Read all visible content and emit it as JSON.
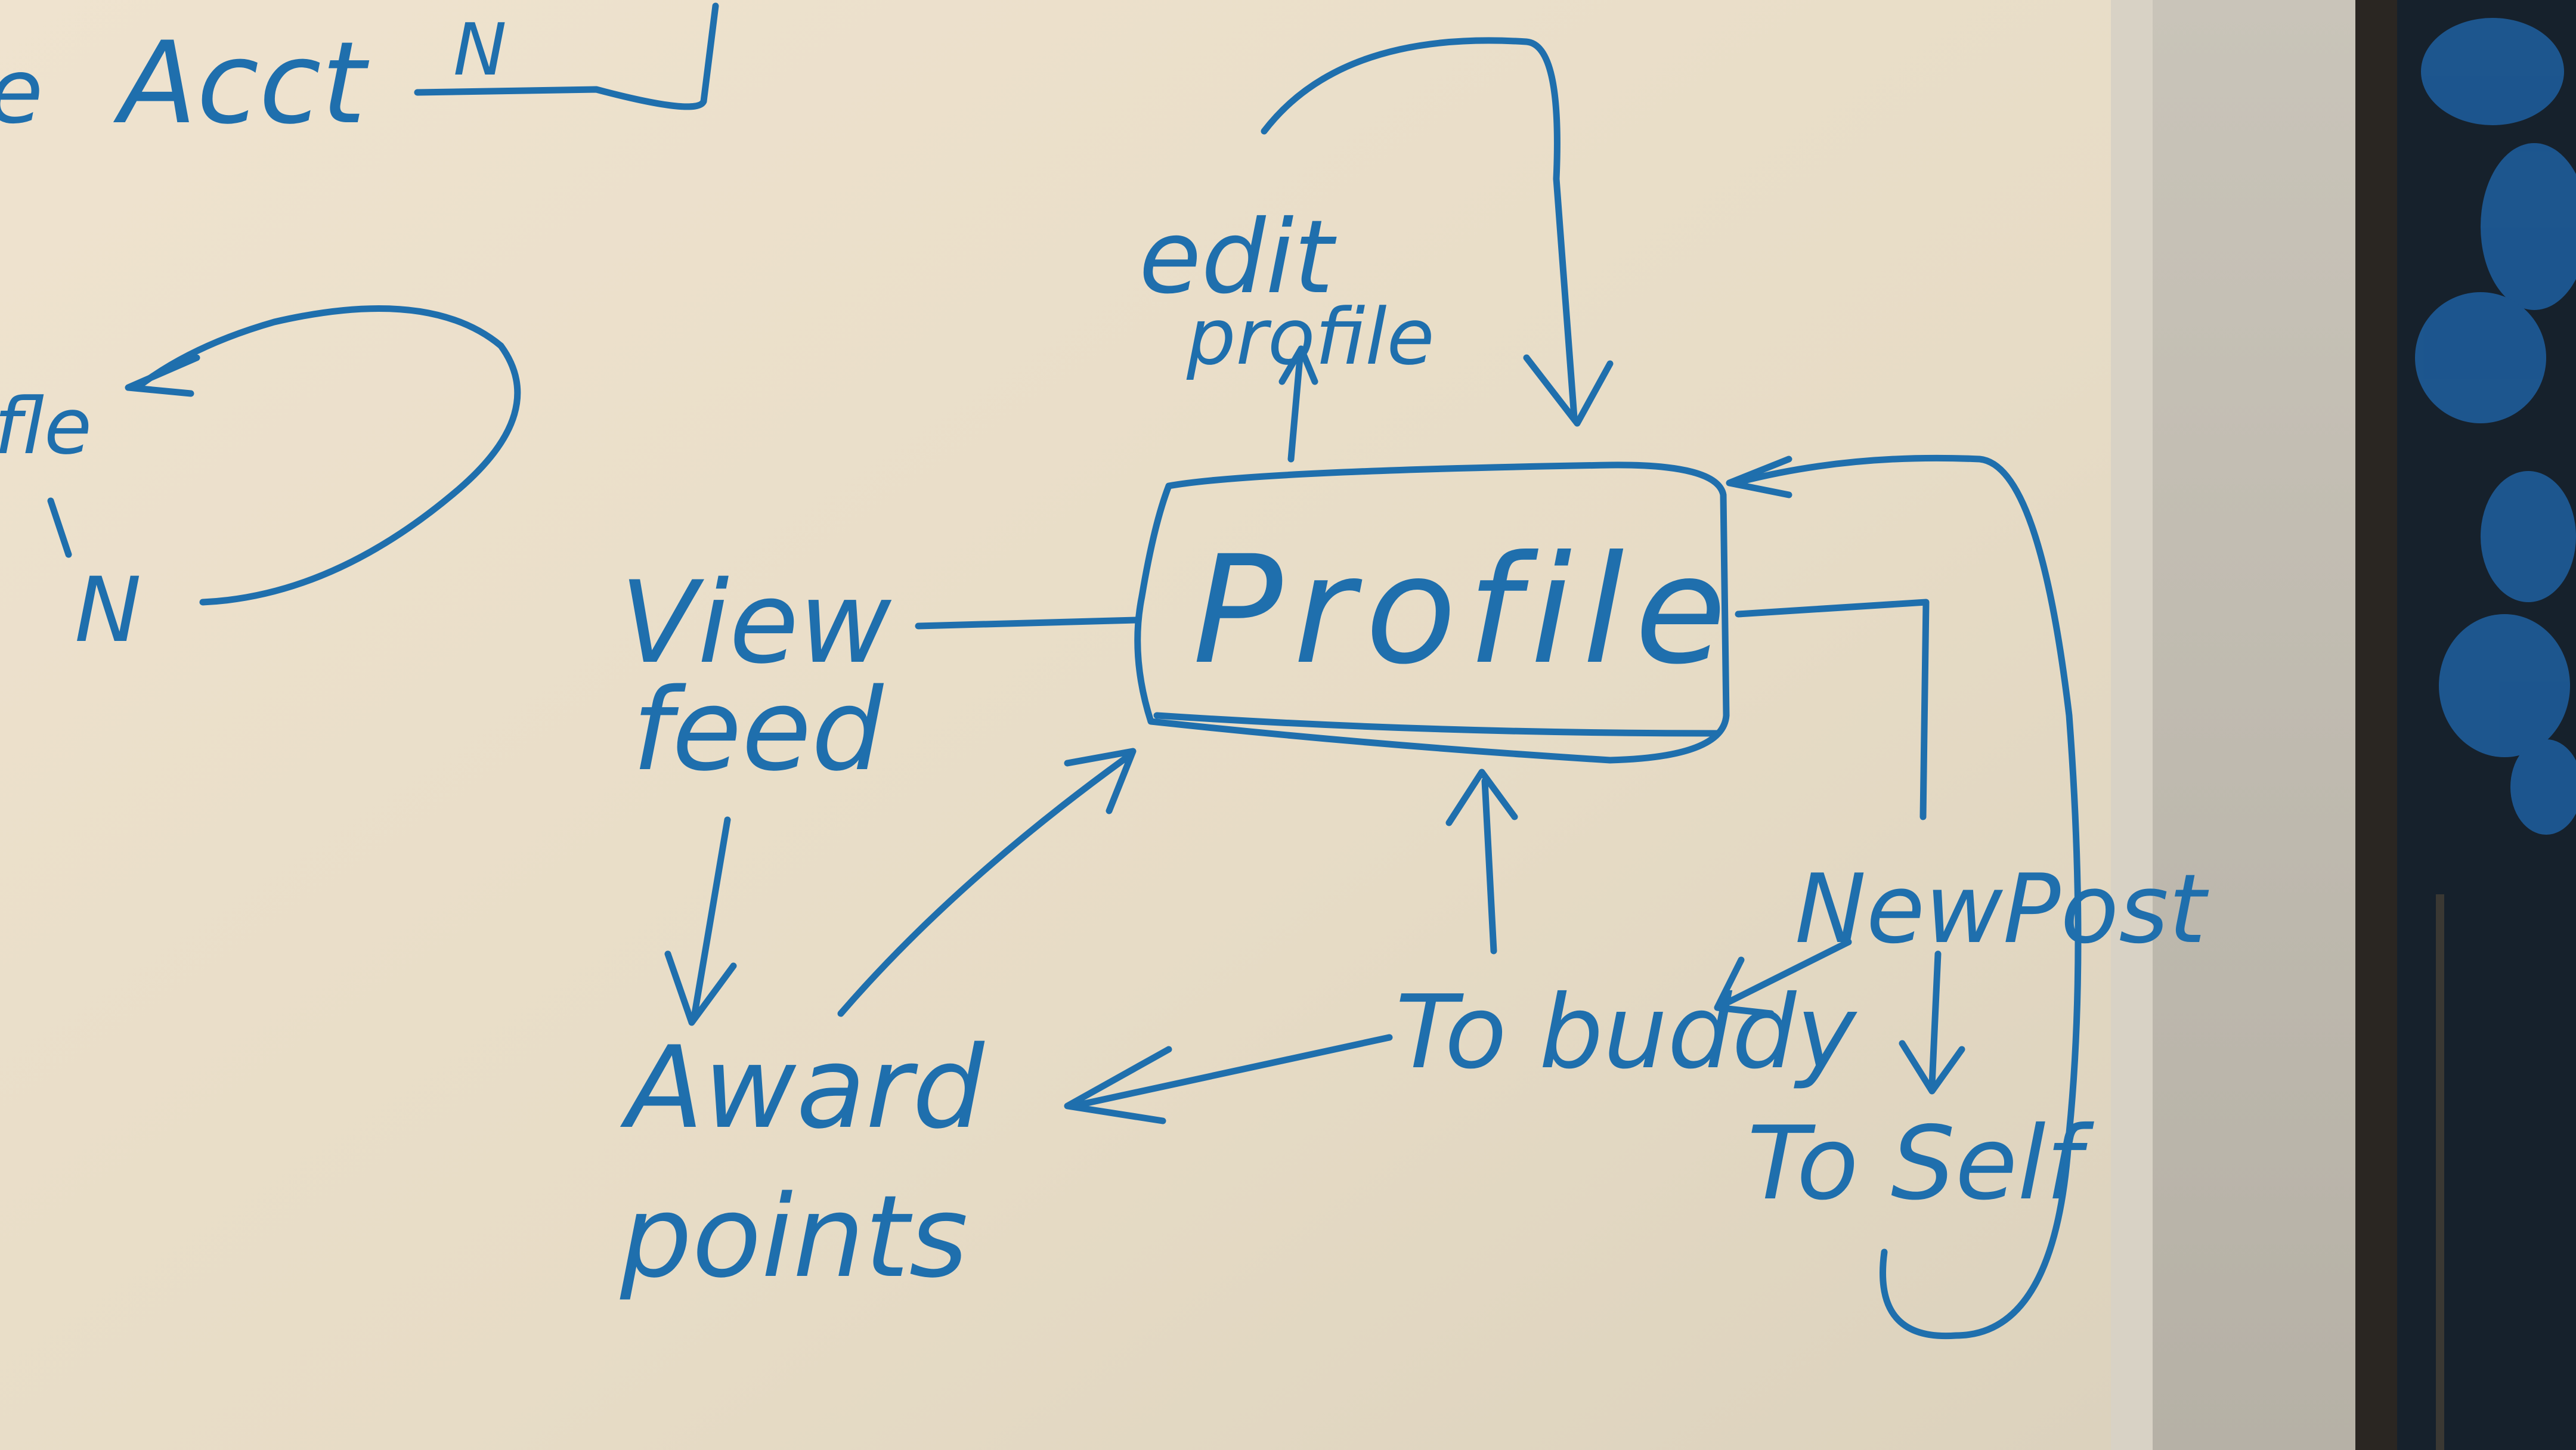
{
  "fragments": {
    "acct": "Acct",
    "n_top": "N",
    "fle_partial": "fle",
    "n_left": "N",
    "e_partial": "e"
  },
  "nodes": {
    "profile": "Profile",
    "edit_profile_line1": "edit",
    "edit_profile_line2": "profile",
    "view_feed_line1": "View",
    "view_feed_line2": "feed",
    "award_points_line1": "Award",
    "award_points_line2": "points",
    "to_buddy": "To buddy",
    "new_post": "NewPost",
    "to_self": "To Self"
  },
  "colors": {
    "marker": "#1f6fad",
    "board": "#eadfca",
    "wall": "#bdb8ad",
    "window": "#16212c"
  }
}
